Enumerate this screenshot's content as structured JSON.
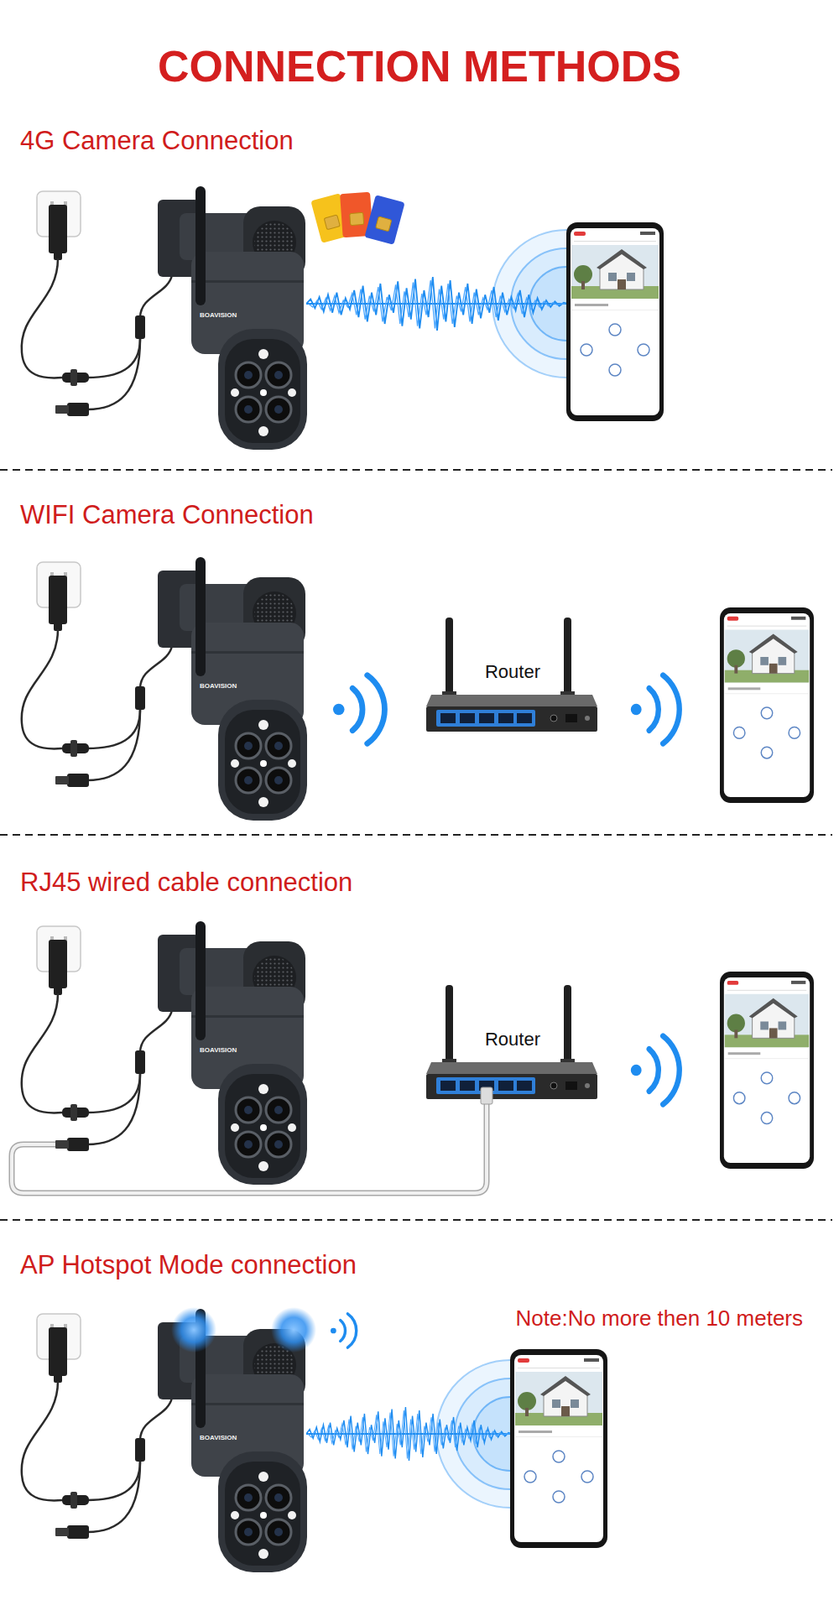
{
  "diagram": {
    "title": "CONNECTION METHODS",
    "nodes": [
      {
        "text": [
          "Router"
        ]
      },
      {
        "text": [
          "Router"
        ]
      }
    ],
    "labels": [
      "4G Camera Connection",
      "BOAVISION",
      "WIFI Camera Connection",
      "BOAVISION",
      "RJ45 wired cable connection",
      "BOAVISION",
      "AP Hotspot Mode connection",
      "Note:No more then 10 meters",
      "BOAVISION"
    ]
  }
}
